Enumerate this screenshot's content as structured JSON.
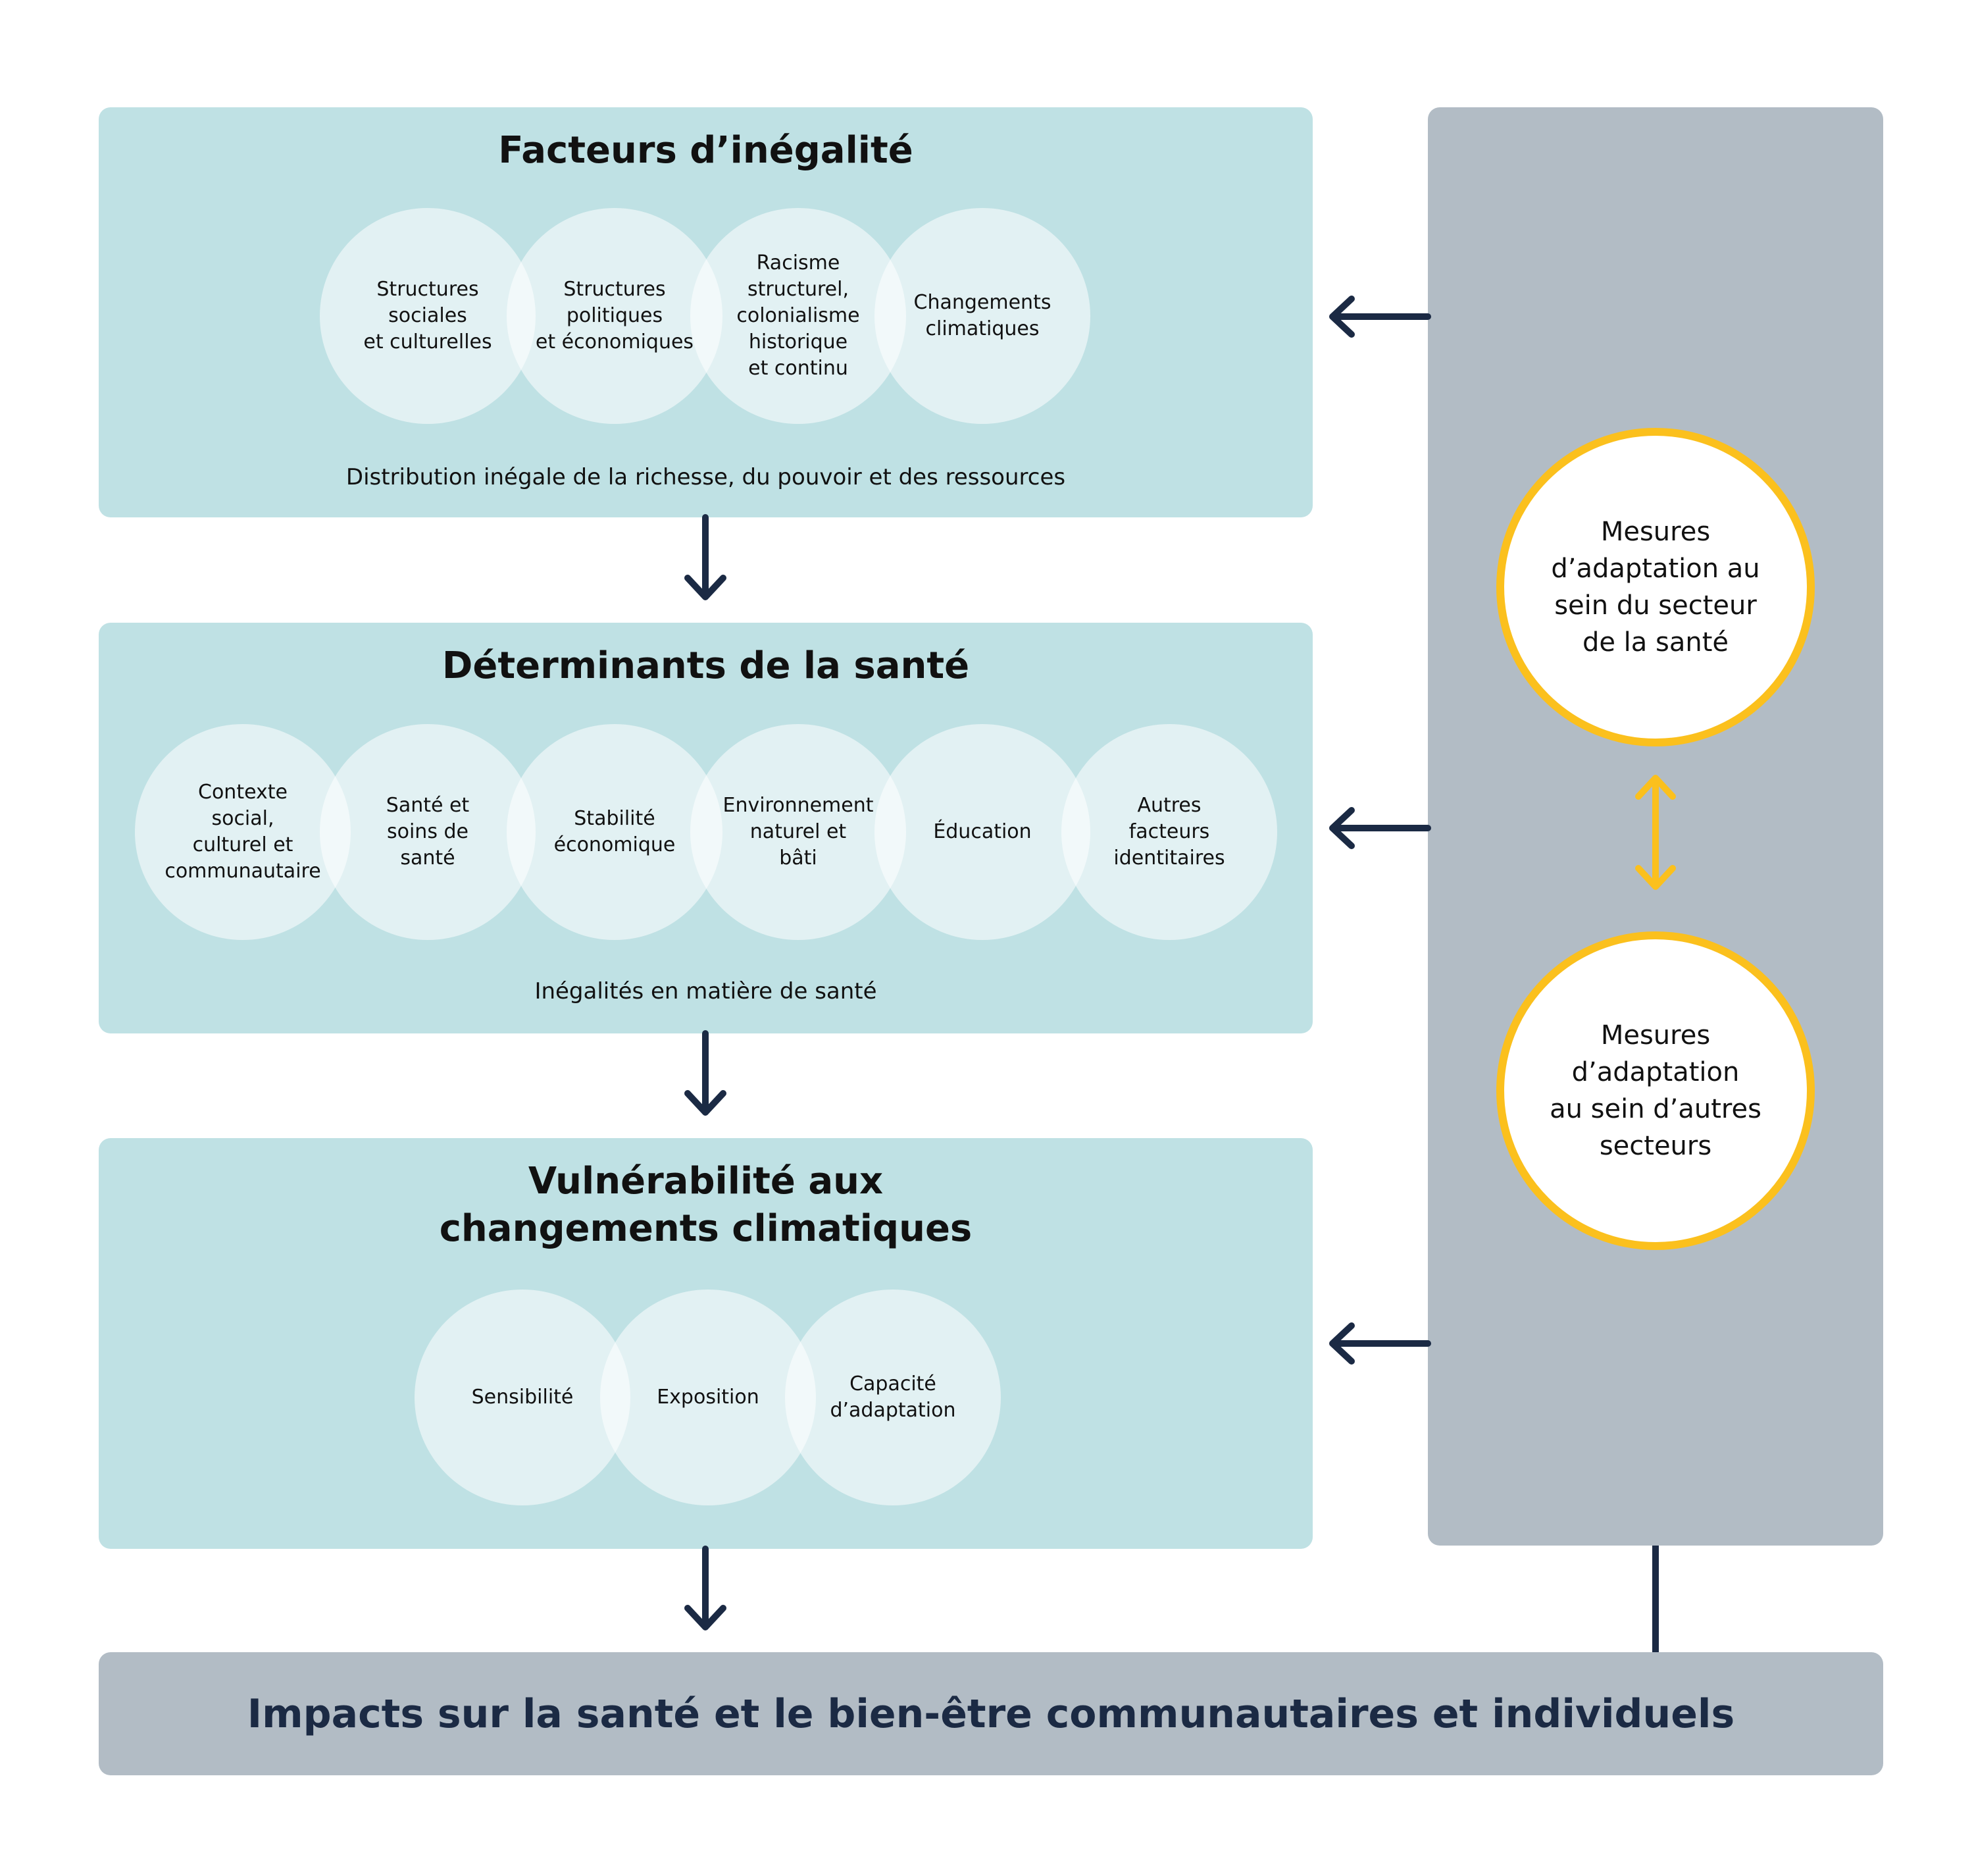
{
  "colors": {
    "box_fill": "#bfe1e4",
    "side_panel": "#b2bcc5",
    "accent_yellow": "#fbc01d",
    "arrow_navy": "#1b2a44"
  },
  "box1": {
    "title": "Facteurs d’inégalité",
    "circles": [
      "Structures\nsociales\net culturelles",
      "Structures\npolitiques\net économiques",
      "Racisme\nstructurel,\ncolonialisme\nhistorique\net continu",
      "Changements\nclimatiques"
    ],
    "footer": "Distribution inégale de la richesse, du pouvoir et des ressources"
  },
  "box2": {
    "title": "Déterminants de la santé",
    "circles": [
      "Contexte\nsocial,\nculturel et\ncommunautaire",
      "Santé et\nsoins de\nsanté",
      "Stabilité\néconomique",
      "Environnement\nnaturel et\nbâti",
      "Éducation",
      "Autres\nfacteurs\nidentitaires"
    ],
    "footer": "Inégalités en matière de santé"
  },
  "box3": {
    "title": "Vulnérabilité aux\nchangements climatiques",
    "circles": [
      "Sensibilité",
      "Exposition",
      "Capacité\nd’adaptation"
    ]
  },
  "side": {
    "circle_top": "Mesures\nd’adaptation au\nsein du secteur\nde la santé",
    "circle_bottom": "Mesures\nd’adaptation\nau sein d’autres\nsecteurs"
  },
  "bottom": {
    "label": "Impacts sur la santé et le bien-être communautaires et individuels"
  }
}
